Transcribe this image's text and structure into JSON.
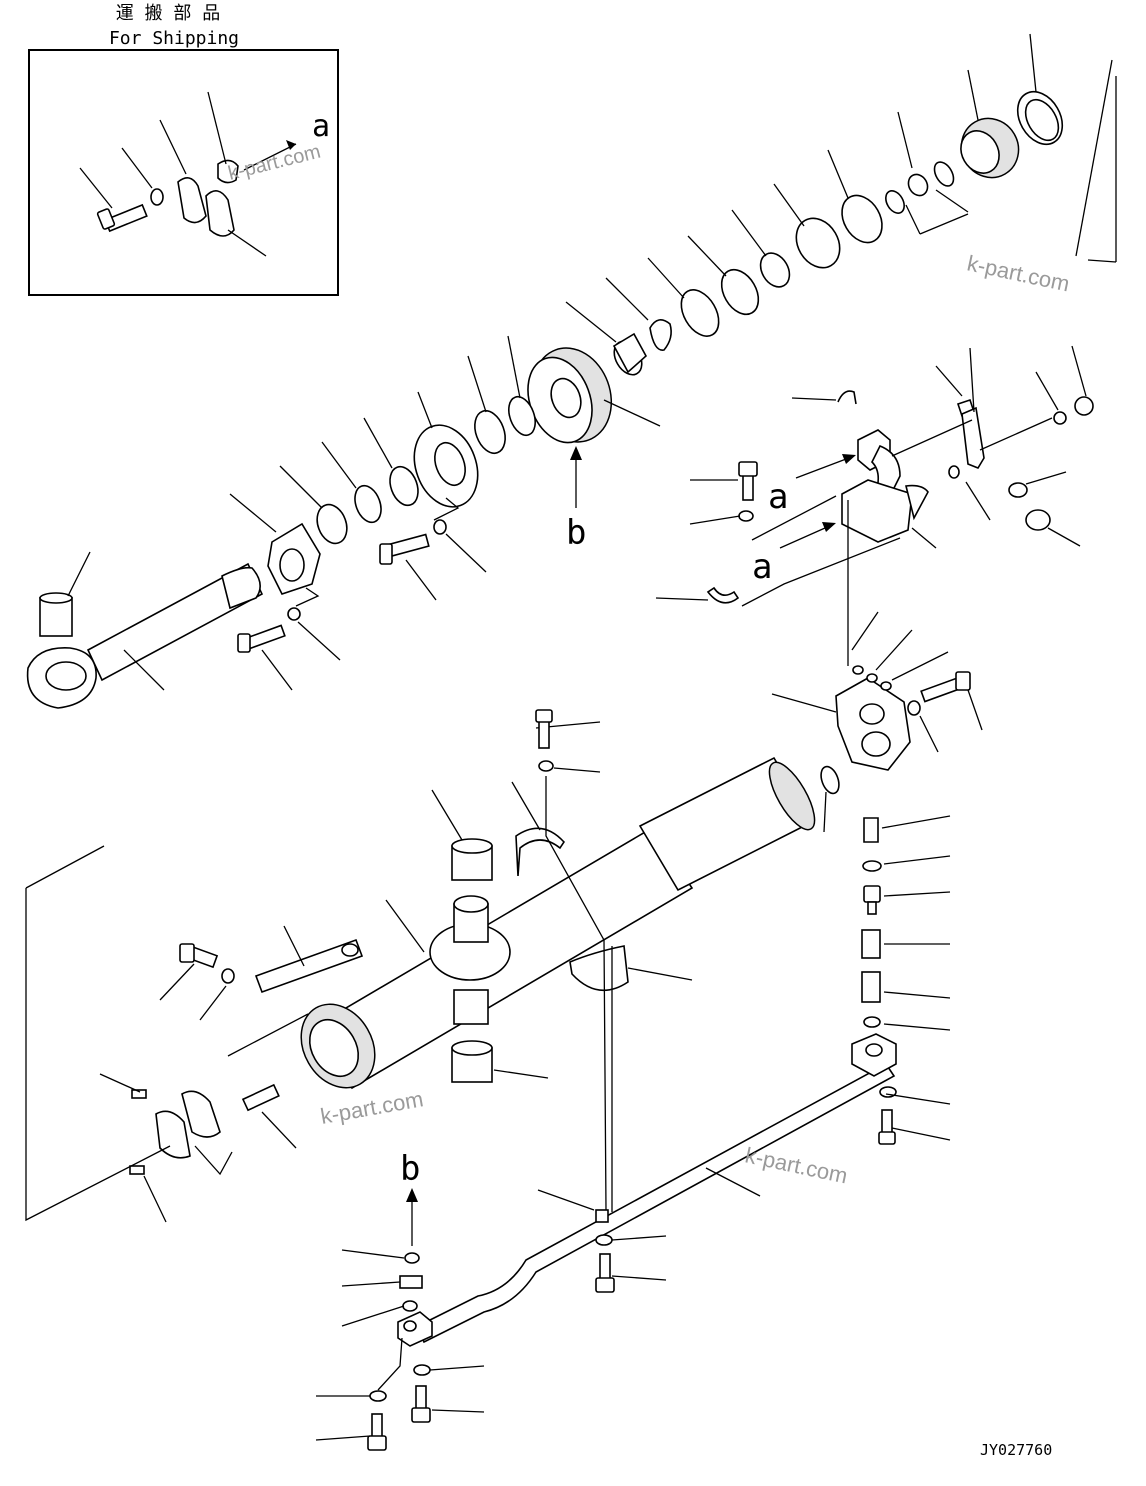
{
  "shipping_title_jp": "運 搬 部 品",
  "shipping_title_en": "For Shipping",
  "drawing_code": "JY027760",
  "view_marker_a": "a",
  "view_marker_b": "b",
  "watermark": "k-part.com",
  "colors": {
    "line": "#000000",
    "part_fill": "#ffffff",
    "shade_fill": "#e2e2e2",
    "watermark": "#9a9a9a"
  }
}
